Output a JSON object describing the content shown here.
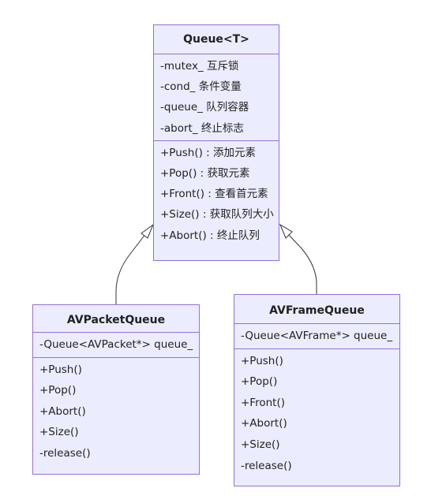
{
  "classes": {
    "queue": {
      "title": "Queue<T>",
      "attributes": [
        "-mutex_ 互斥锁",
        "-cond_ 条件变量",
        "-queue_ 队列容器",
        "-abort_ 终止标志"
      ],
      "methods": [
        "+Push() : 添加元素",
        "+Pop() : 获取元素",
        "+Front() : 查看首元素",
        "+Size() : 获取队列大小",
        "+Abort() : 终止队列"
      ]
    },
    "avpacket": {
      "title": "AVPacketQueue",
      "attributes": [
        "-Queue<AVPacket*> queue_"
      ],
      "methods": [
        "+Push()",
        "+Pop()",
        "+Abort()",
        "+Size()",
        "-release()"
      ]
    },
    "avframe": {
      "title": "AVFrameQueue",
      "attributes": [
        "-Queue<AVFrame*> queue_"
      ],
      "methods": [
        "+Push()",
        "+Pop()",
        "+Front()",
        "+Abort()",
        "+Size()",
        "-release()"
      ]
    }
  },
  "colors": {
    "fill": "#ececff",
    "stroke": "#9370db",
    "edge": "#333333"
  }
}
